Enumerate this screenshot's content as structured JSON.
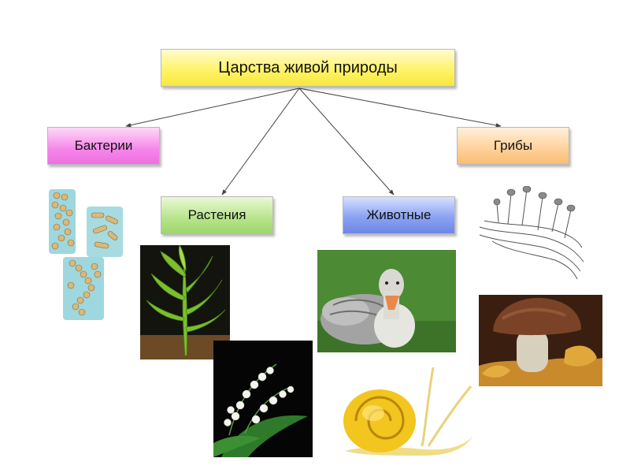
{
  "diagram": {
    "root": {
      "label": "Царства живой природы"
    },
    "kingdoms": [
      {
        "id": "bacteria",
        "label": "Бактерии"
      },
      {
        "id": "plants",
        "label": "Растения"
      },
      {
        "id": "animals",
        "label": "Животные"
      },
      {
        "id": "fungi",
        "label": "Грибы"
      }
    ]
  },
  "colors": {
    "root": "#fff36a",
    "bacteria": "#f586ea",
    "plants": "#b6e48a",
    "animals": "#8aa3f2",
    "fungi": "#ffd098",
    "arrow": "#444444"
  },
  "images": [
    {
      "kingdom": "bacteria",
      "depicts": "bacteria-cells"
    },
    {
      "kingdom": "plants",
      "depicts": "green-plant"
    },
    {
      "kingdom": "plants",
      "depicts": "lily-of-the-valley"
    },
    {
      "kingdom": "animals",
      "depicts": "goose"
    },
    {
      "kingdom": "animals",
      "depicts": "snail"
    },
    {
      "kingdom": "fungi",
      "depicts": "mold-drawing"
    },
    {
      "kingdom": "fungi",
      "depicts": "mushroom"
    }
  ]
}
